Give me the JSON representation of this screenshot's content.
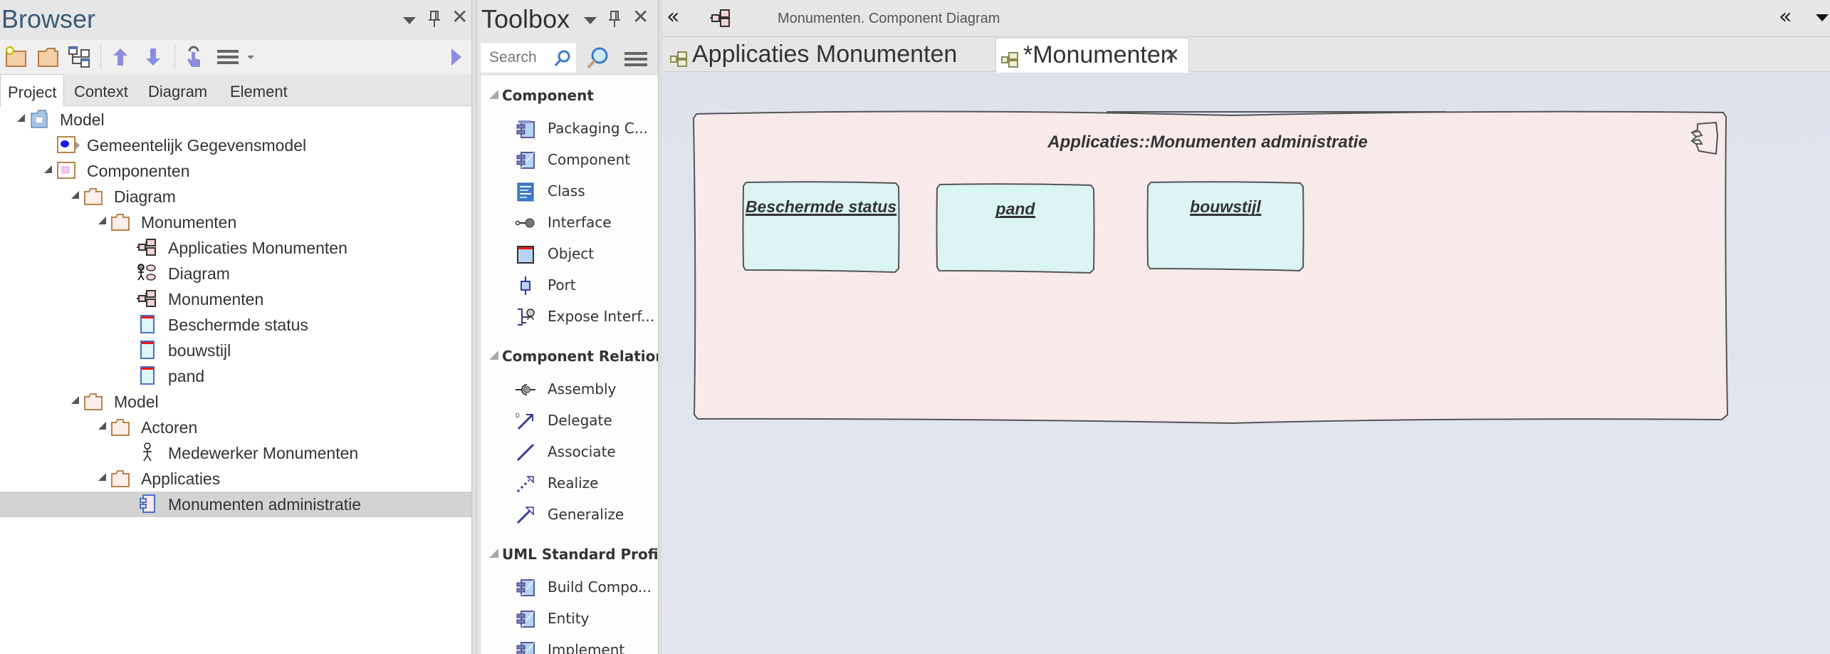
{
  "browser": {
    "title": "Browser",
    "toolbar": [
      "new-package-icon",
      "new-folder-icon",
      "new-diagram-icon",
      "move-up-icon",
      "move-down-icon",
      "touch-icon",
      "menu-icon"
    ],
    "tabs": [
      {
        "label": "Project",
        "active": true
      },
      {
        "label": "Context",
        "active": false
      },
      {
        "label": "Diagram",
        "active": false
      },
      {
        "label": "Element",
        "active": false
      }
    ],
    "tree": [
      {
        "label": "Model",
        "level": 0,
        "expander": "open",
        "icon": "model-root"
      },
      {
        "label": "Gemeentelijk Gegevensmodel",
        "level": 1,
        "expander": "closed",
        "icon": "view-blue"
      },
      {
        "label": "Componenten",
        "level": 1,
        "expander": "open",
        "icon": "view-pink"
      },
      {
        "label": "Diagram",
        "level": 2,
        "expander": "open",
        "icon": "folder"
      },
      {
        "label": "Monumenten",
        "level": 3,
        "expander": "open",
        "icon": "folder"
      },
      {
        "label": "Applicaties Monumenten",
        "level": 4,
        "expander": "none",
        "icon": "component-diagram"
      },
      {
        "label": "Diagram",
        "level": 4,
        "expander": "none",
        "icon": "usecase-diagram"
      },
      {
        "label": "Monumenten",
        "level": 4,
        "expander": "none",
        "icon": "component-diagram"
      },
      {
        "label": "Beschermde status",
        "level": 4,
        "expander": "none",
        "icon": "object"
      },
      {
        "label": "bouwstijl",
        "level": 4,
        "expander": "none",
        "icon": "object"
      },
      {
        "label": "pand",
        "level": 4,
        "expander": "none",
        "icon": "object"
      },
      {
        "label": "Model",
        "level": 2,
        "expander": "open",
        "icon": "folder"
      },
      {
        "label": "Actoren",
        "level": 3,
        "expander": "open",
        "icon": "folder"
      },
      {
        "label": "Medewerker Monumenten",
        "level": 4,
        "expander": "none",
        "icon": "actor"
      },
      {
        "label": "Applicaties",
        "level": 3,
        "expander": "open",
        "icon": "folder"
      },
      {
        "label": "Monumenten administratie",
        "level": 4,
        "expander": "none",
        "icon": "component",
        "selected": true
      }
    ]
  },
  "toolbox": {
    "title": "Toolbox",
    "search_placeholder": "Search",
    "groups": [
      {
        "label": "Component",
        "items": [
          {
            "label": "Packaging C...",
            "icon": "packaging-component"
          },
          {
            "label": "Component",
            "icon": "component"
          },
          {
            "label": "Class",
            "icon": "class"
          },
          {
            "label": "Interface",
            "icon": "interface"
          },
          {
            "label": "Object",
            "icon": "object"
          },
          {
            "label": "Port",
            "icon": "port"
          },
          {
            "label": "Expose Interf...",
            "icon": "expose-interface"
          }
        ]
      },
      {
        "label": "Component Relation",
        "items": [
          {
            "label": "Assembly",
            "icon": "assembly"
          },
          {
            "label": "Delegate",
            "icon": "delegate"
          },
          {
            "label": "Associate",
            "icon": "associate"
          },
          {
            "label": "Realize",
            "icon": "realize"
          },
          {
            "label": "Generalize",
            "icon": "generalize"
          }
        ]
      },
      {
        "label": "UML Standard Profil",
        "items": [
          {
            "label": "Build Compo...",
            "icon": "component"
          },
          {
            "label": "Entity",
            "icon": "component"
          },
          {
            "label": "Implement",
            "icon": "component"
          }
        ]
      }
    ]
  },
  "diagram": {
    "header_path": "Monumenten.  Component Diagram",
    "tabs": [
      {
        "label": "Applicaties Monumenten",
        "active": false
      },
      {
        "label": "*Monumenten",
        "active": true,
        "closable": true
      }
    ],
    "close_glyph": "✕",
    "collapse_glyph": "«",
    "frame": {
      "title": "Applicaties::Monumenten administratie",
      "fill": "#f8eaea",
      "objects": [
        {
          "name": "Beschermde status"
        },
        {
          "name": "pand"
        },
        {
          "name": "bouwstijl"
        }
      ],
      "object_fill": "#dbf4f4"
    }
  }
}
